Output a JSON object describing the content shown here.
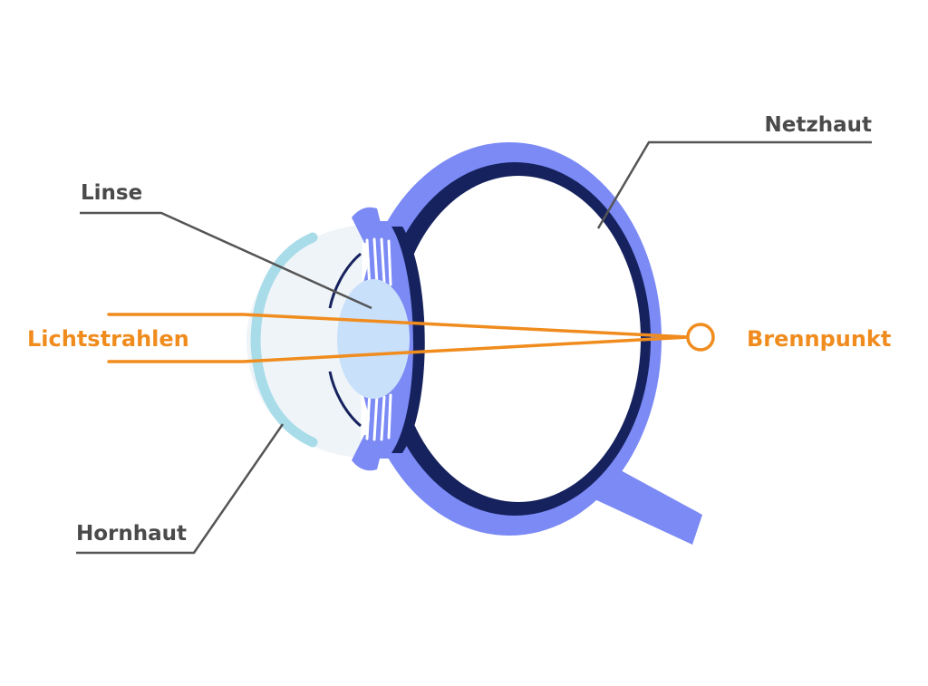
{
  "labels": {
    "netzhaut": "Netzhaut",
    "linse": "Linse",
    "lichtstrahlen": "Lichtstrahlen",
    "brennpunkt": "Brennpunkt",
    "hornhaut": "Hornhaut"
  },
  "colors": {
    "sclera": "#7b8af5",
    "retina": "#16225e",
    "lens": "#c9e0fb",
    "cornea": "#a9dce9",
    "cornea_fill": "#ecf3f8",
    "light_ray": "#f08c1e",
    "leader_line": "#555555",
    "label_gray": "#4a4a4a",
    "label_orange": "#f08c1e"
  }
}
